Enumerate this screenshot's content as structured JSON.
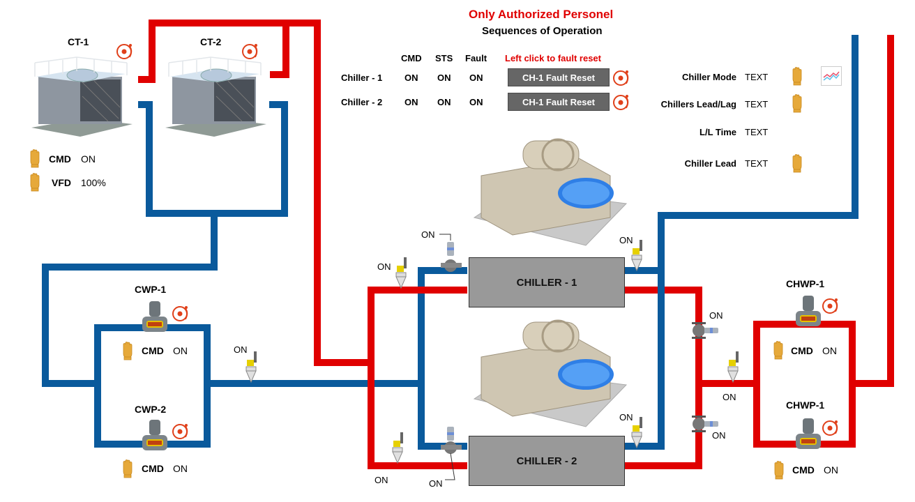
{
  "header": {
    "title": "Only Authorized Personel",
    "subtitle": "Sequences of Operation"
  },
  "sequence_table": {
    "columns": [
      "CMD",
      "STS",
      "Fault"
    ],
    "hint": "Left click to fault reset",
    "rows": [
      {
        "label": "Chiller - 1",
        "cmd": "ON",
        "sts": "ON",
        "fault": "ON",
        "reset_label": "CH-1 Fault Reset"
      },
      {
        "label": "Chiller - 2",
        "cmd": "ON",
        "sts": "ON",
        "fault": "ON",
        "reset_label": "CH-1 Fault Reset"
      }
    ]
  },
  "settings": [
    {
      "label": "Chiller Mode",
      "value": "TEXT",
      "has_hand": true,
      "has_trend": true
    },
    {
      "label": "Chillers Lead/Lag",
      "value": "TEXT",
      "has_hand": true
    },
    {
      "label": "L/L Time",
      "value": "TEXT",
      "has_hand": false
    },
    {
      "label": "Chiller Lead",
      "value": "TEXT",
      "has_hand": true
    }
  ],
  "cooling_towers": {
    "ct1": {
      "label": "CT-1"
    },
    "ct2": {
      "label": "CT-2"
    },
    "cmd_label": "CMD",
    "cmd_value": "ON",
    "vfd_label": "VFD",
    "vfd_value": "100%"
  },
  "condenser_pumps": [
    {
      "label": "CWP-1",
      "cmd_label": "CMD",
      "cmd_value": "ON"
    },
    {
      "label": "CWP-2",
      "cmd_label": "CMD",
      "cmd_value": "ON"
    }
  ],
  "chilled_pumps": [
    {
      "label": "CHWP-1",
      "cmd_label": "CMD",
      "cmd_value": "ON"
    },
    {
      "label": "CHWP-1",
      "cmd_label": "CMD",
      "cmd_value": "ON"
    }
  ],
  "chillers": [
    {
      "label": "CHILLER - 1"
    },
    {
      "label": "CHILLER - 2"
    }
  ],
  "instrument_status": {
    "cw_header_flow": "ON",
    "ch1_cond_valve": "ON",
    "ch1_evap_in_flow": "ON",
    "ch1_evap_out_flow": "ON",
    "ch2_cond_valve": "ON",
    "ch2_evap_in_flow": "ON",
    "ch2_evap_out_flow": "ON",
    "chw_valve_1": "ON",
    "chw_valve_2": "ON",
    "chw_header_flow": "ON"
  },
  "colors": {
    "hot_pipe": "#e00000",
    "cold_pipe": "#0a5a9c",
    "alarm": "#e0401a",
    "hand": "#e6a93a",
    "reset_button": "#666666",
    "chiller_box": "#999999"
  }
}
